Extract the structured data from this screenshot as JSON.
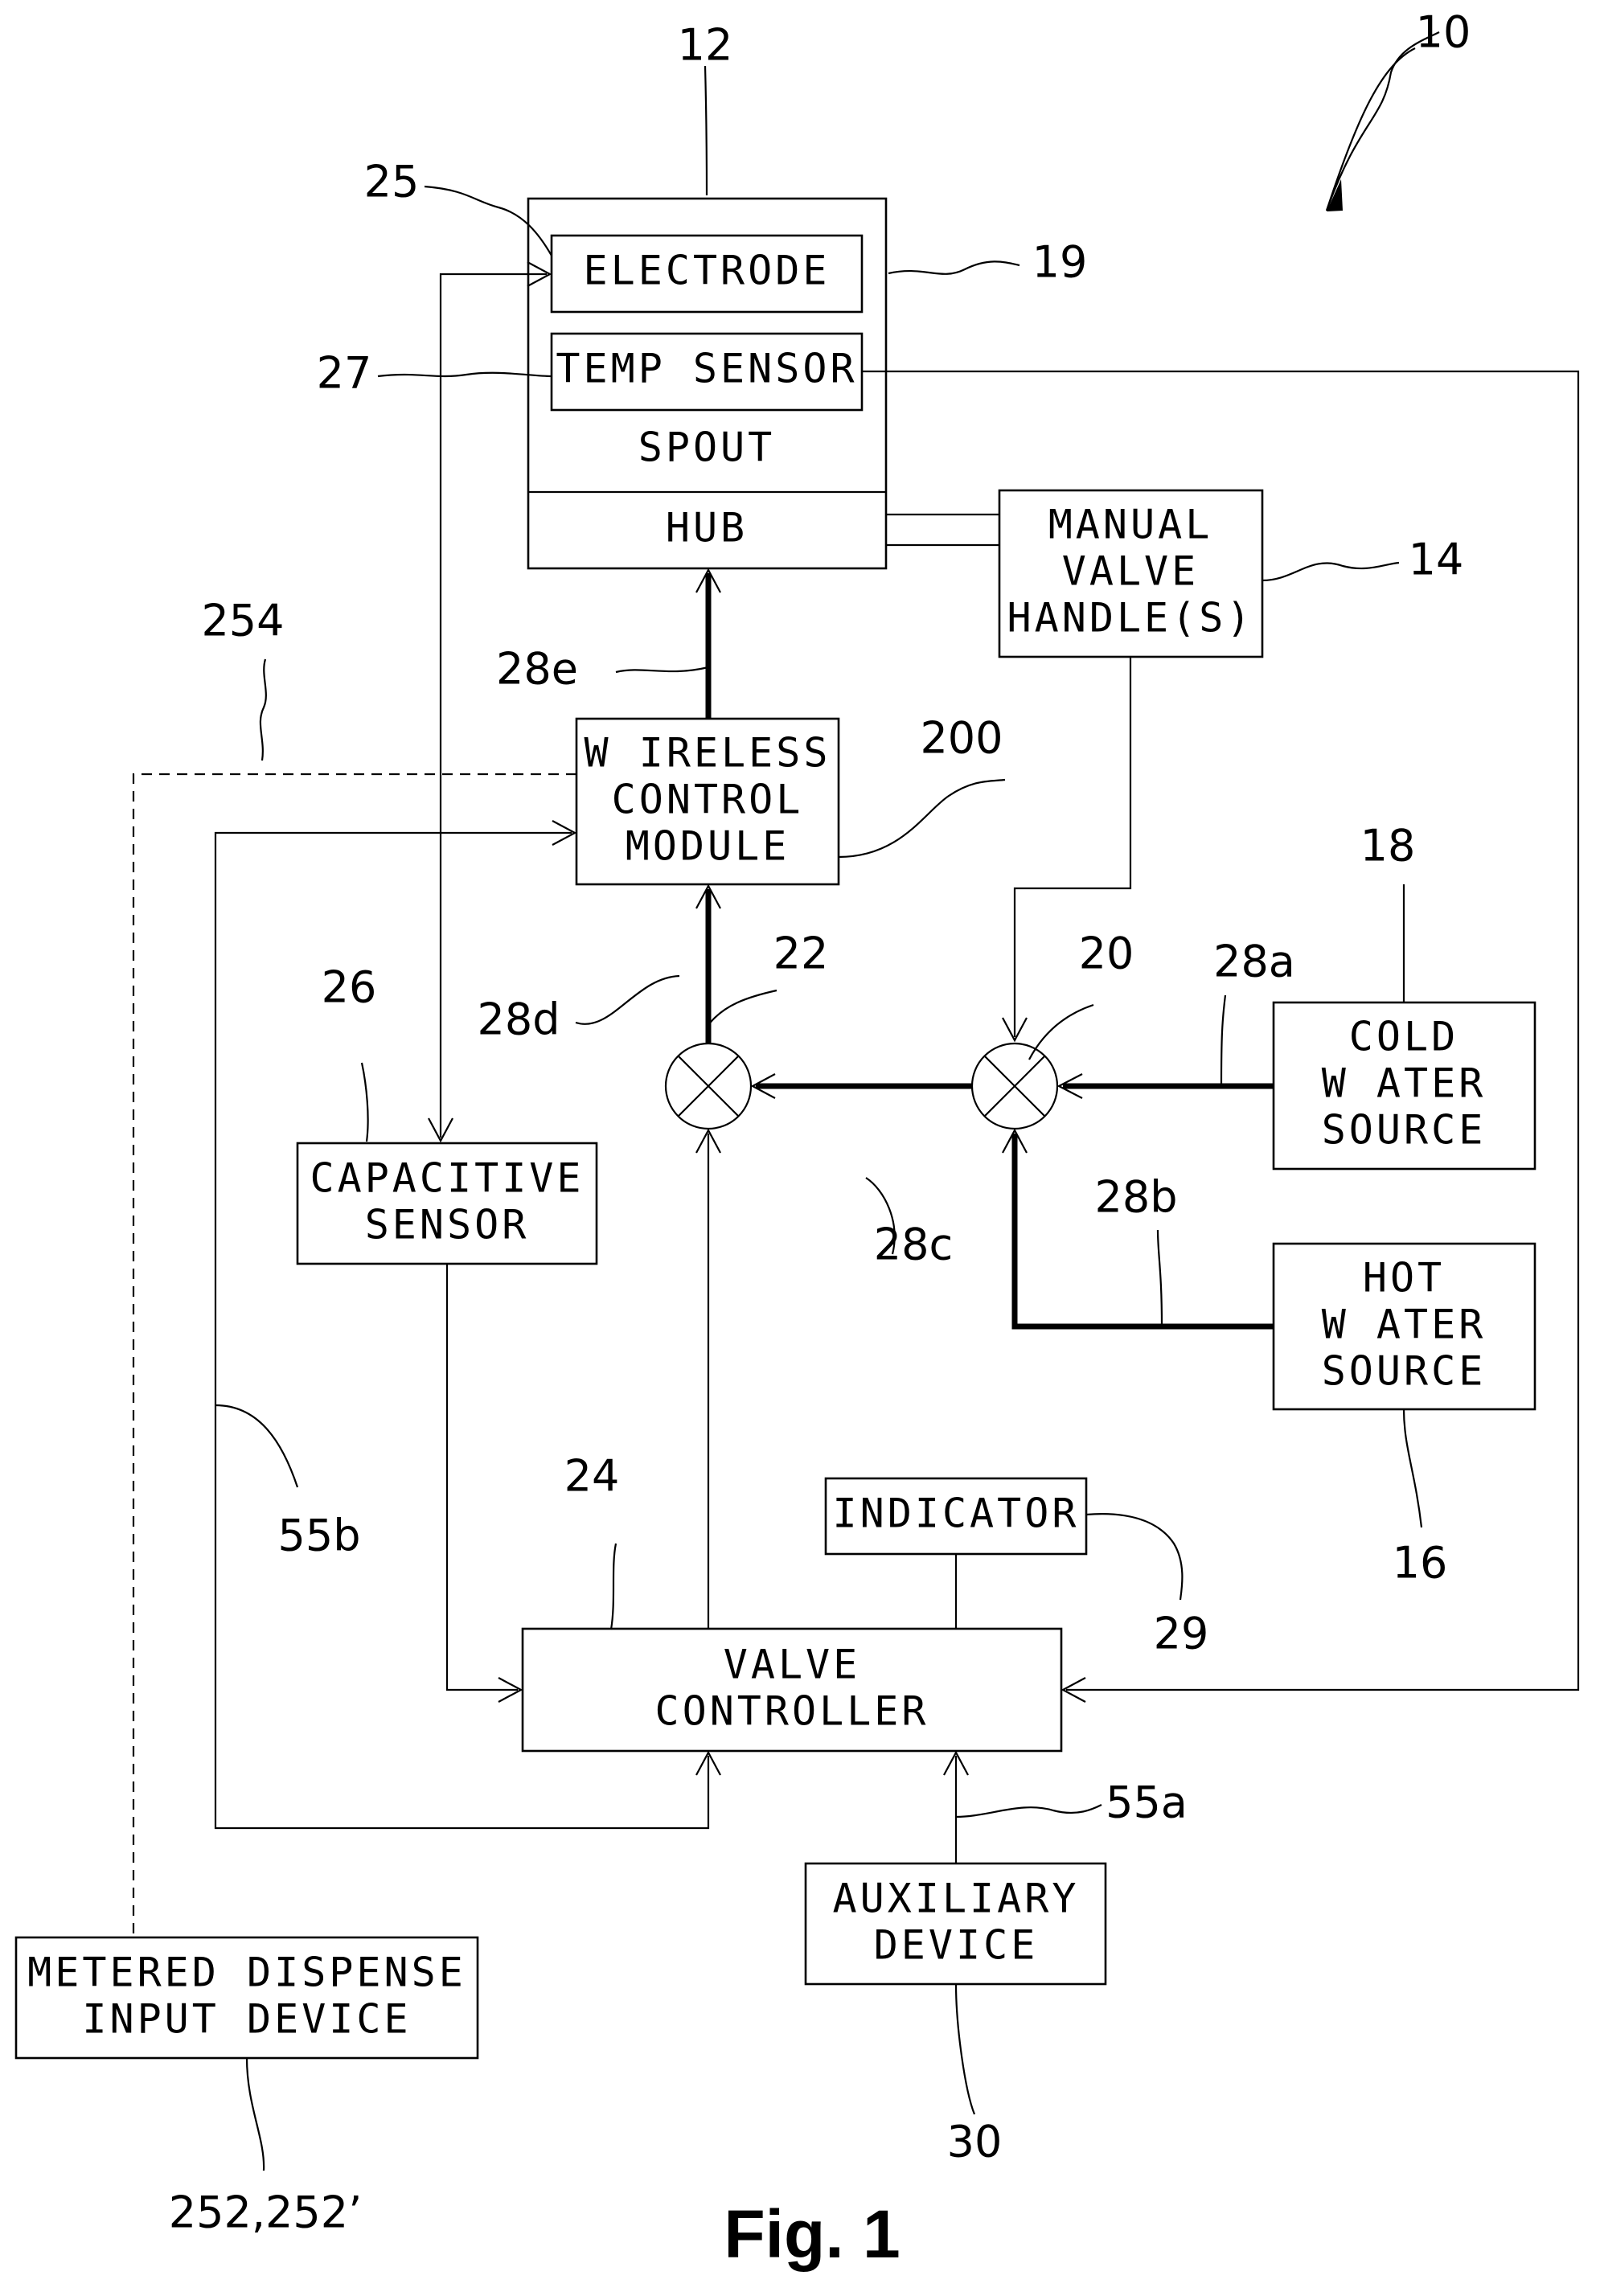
{
  "blocks": {
    "electrode": "ELECTRODE",
    "temp_sensor": "TEMP SENSOR",
    "spout": "SPOUT",
    "hub": "HUB",
    "manual_valve": [
      "MANUAL",
      "VALVE",
      "HANDLE(S)"
    ],
    "wireless": [
      "W IRELESS",
      "CONTROL",
      "MODULE"
    ],
    "cold": [
      "COLD",
      "W ATER",
      "SOURCE"
    ],
    "hot": [
      "HOT",
      "W ATER",
      "SOURCE"
    ],
    "capacitive": [
      "CAPACITIVE",
      "SENSOR"
    ],
    "indicator": "INDICATOR",
    "valve_controller": [
      "VALVE",
      "CONTROLLER"
    ],
    "auxiliary": [
      "AUXILIARY",
      "DEVICE"
    ],
    "metered": [
      "METERED DISPENSE",
      "INPUT DEVICE"
    ]
  },
  "refs": {
    "r10": "10",
    "r12": "12",
    "r25": "25",
    "r19": "19",
    "r27": "27",
    "r14": "14",
    "r254": "254",
    "r28e": "28e",
    "r200": "200",
    "r18": "18",
    "r22": "22",
    "r20": "20",
    "r28a": "28a",
    "r26": "26",
    "r28d": "28d",
    "r28b": "28b",
    "r28c": "28c",
    "r55b": "55b",
    "r24": "24",
    "r29": "29",
    "r16": "16",
    "r55a": "55a",
    "r30": "30",
    "r252": "252,252’"
  },
  "figure_label": "Fig. 1"
}
